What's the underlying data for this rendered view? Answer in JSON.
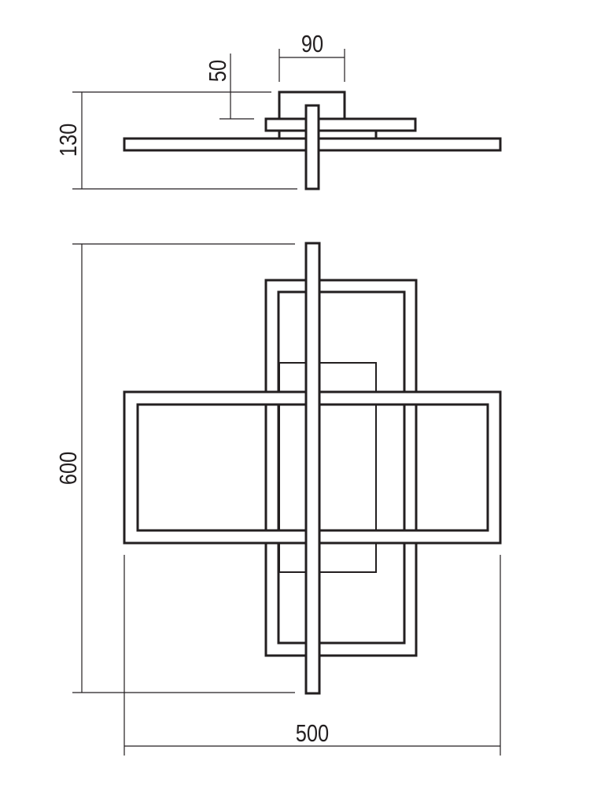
{
  "dimensions": {
    "width_top_box": "90",
    "canopy_depth": "50",
    "total_height": "130",
    "length": "600",
    "width": "500"
  },
  "colors": {
    "line": "#231f20",
    "background": "#ffffff"
  }
}
